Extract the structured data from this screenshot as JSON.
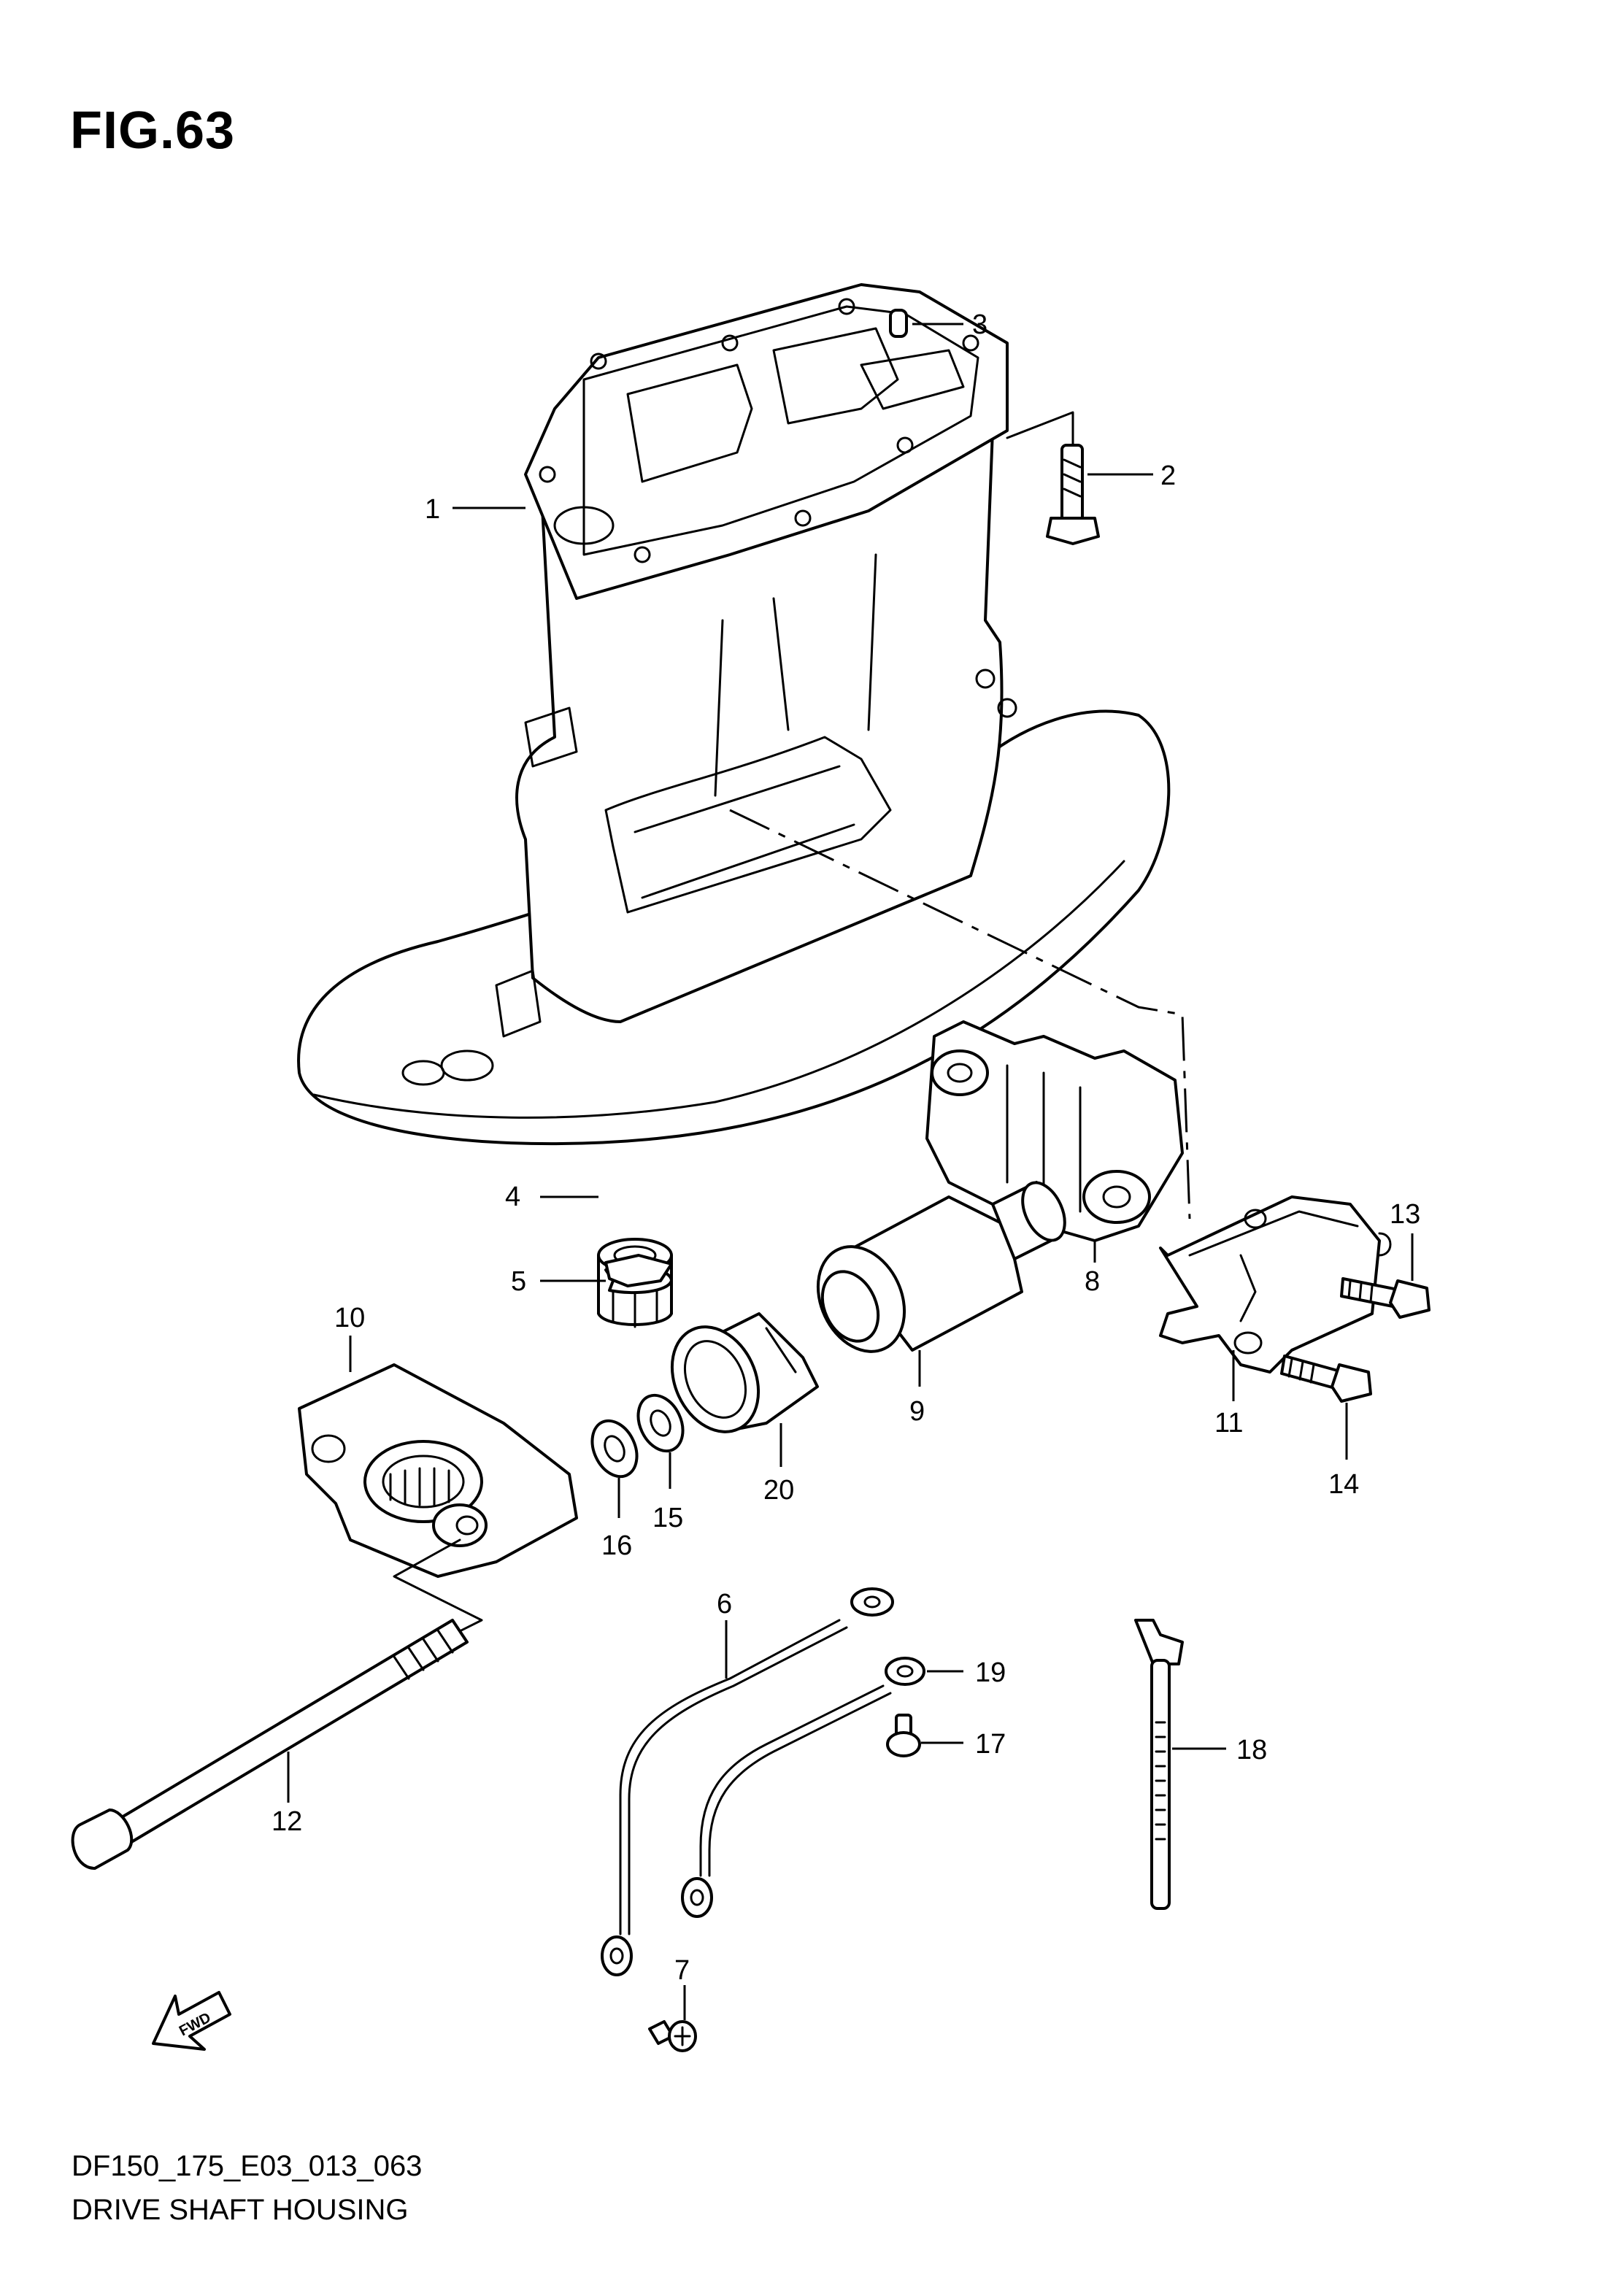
{
  "figure": {
    "title": "FIG.63",
    "code": "DF150_175_E03_013_063",
    "name": "DRIVE SHAFT HOUSING",
    "fwd_label": "FWD"
  },
  "callouts": {
    "c1": "1",
    "c2": "2",
    "c3": "3",
    "c4": "4",
    "c5": "5",
    "c6": "6",
    "c7": "7",
    "c8": "8",
    "c9": "9",
    "c10": "10",
    "c11": "11",
    "c12": "12",
    "c13": "13",
    "c14": "14",
    "c15": "15",
    "c16": "16",
    "c17": "17",
    "c18": "18",
    "c19": "19",
    "c20": "20"
  },
  "colors": {
    "line": "#000000",
    "background": "#ffffff"
  }
}
